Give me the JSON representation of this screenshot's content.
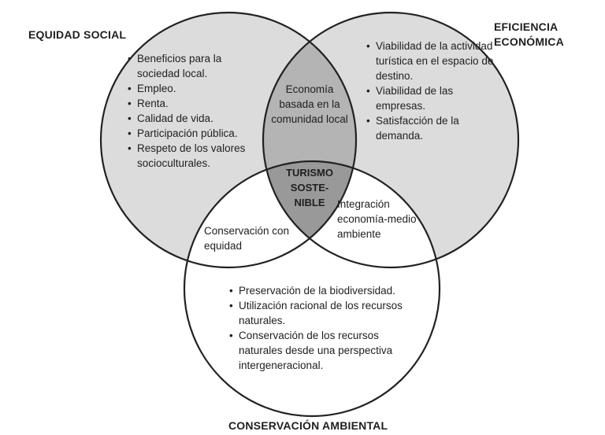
{
  "circles": {
    "social": {
      "title": "EQUIDAD SOCIAL",
      "items": [
        "Beneficios para la sociedad local.",
        "Empleo.",
        "Renta.",
        "Calidad de vida.",
        "Participación pública.",
        "Respeto de los valores socioculturales."
      ]
    },
    "economic": {
      "title_lines": [
        "EFICIENCIA",
        "ECONÓMICA"
      ],
      "items": [
        "Viabilidad de la actividad turística en el espacio de destino.",
        "Viabilidad de las empresas.",
        "Satisfacción de la demanda."
      ]
    },
    "environmental": {
      "title": "CONSERVACIÓN AMBIENTAL",
      "items": [
        "Preservación de la biodiversidad.",
        "Utilización racional de los recursos naturales.",
        "Conservación de los recursos naturales desde una perspectiva intergeneracional."
      ]
    }
  },
  "intersections": {
    "social_economic": "Economía basada en la comunidad local",
    "social_environmental": "Conservación con equidad",
    "economic_environmental": "Integración economía-medio ambiente",
    "center_lines": [
      "TURISMO",
      "SOSTE-",
      "NIBLE"
    ]
  },
  "colors": {
    "one_circle": "#dcdcdc",
    "two_circles": "#b4b4b4",
    "center": "#999999",
    "outline": "#222222"
  }
}
